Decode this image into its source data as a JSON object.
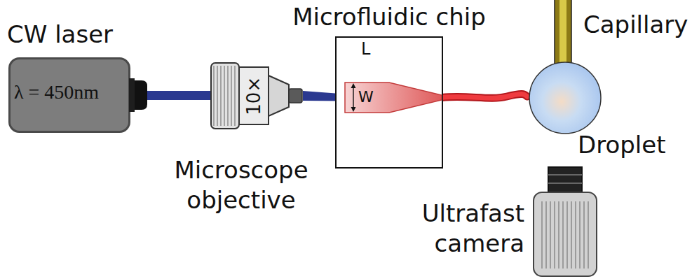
{
  "diagram": {
    "nodes": [
      {
        "text": [
          "CW laser",
          "λ = 450nm"
        ]
      },
      {
        "text": [
          "10×",
          "Microscope objective"
        ]
      },
      {
        "text": [
          "Microfluidic chip"
        ]
      },
      {
        "text": [
          "W"
        ],
        "in": 2
      },
      {
        "text": [
          "Capillary"
        ]
      },
      {
        "text": [
          "Droplet"
        ]
      },
      {
        "text": [
          "Ultrafast camera"
        ]
      }
    ],
    "edges": [
      {
        "from": 0,
        "to": 1,
        "arrow": "none"
      },
      {
        "from": 1,
        "to": 3,
        "arrow": "none"
      },
      {
        "from": 3,
        "to": 5,
        "arrow": "none"
      }
    ],
    "labels": [
      "L"
    ]
  }
}
